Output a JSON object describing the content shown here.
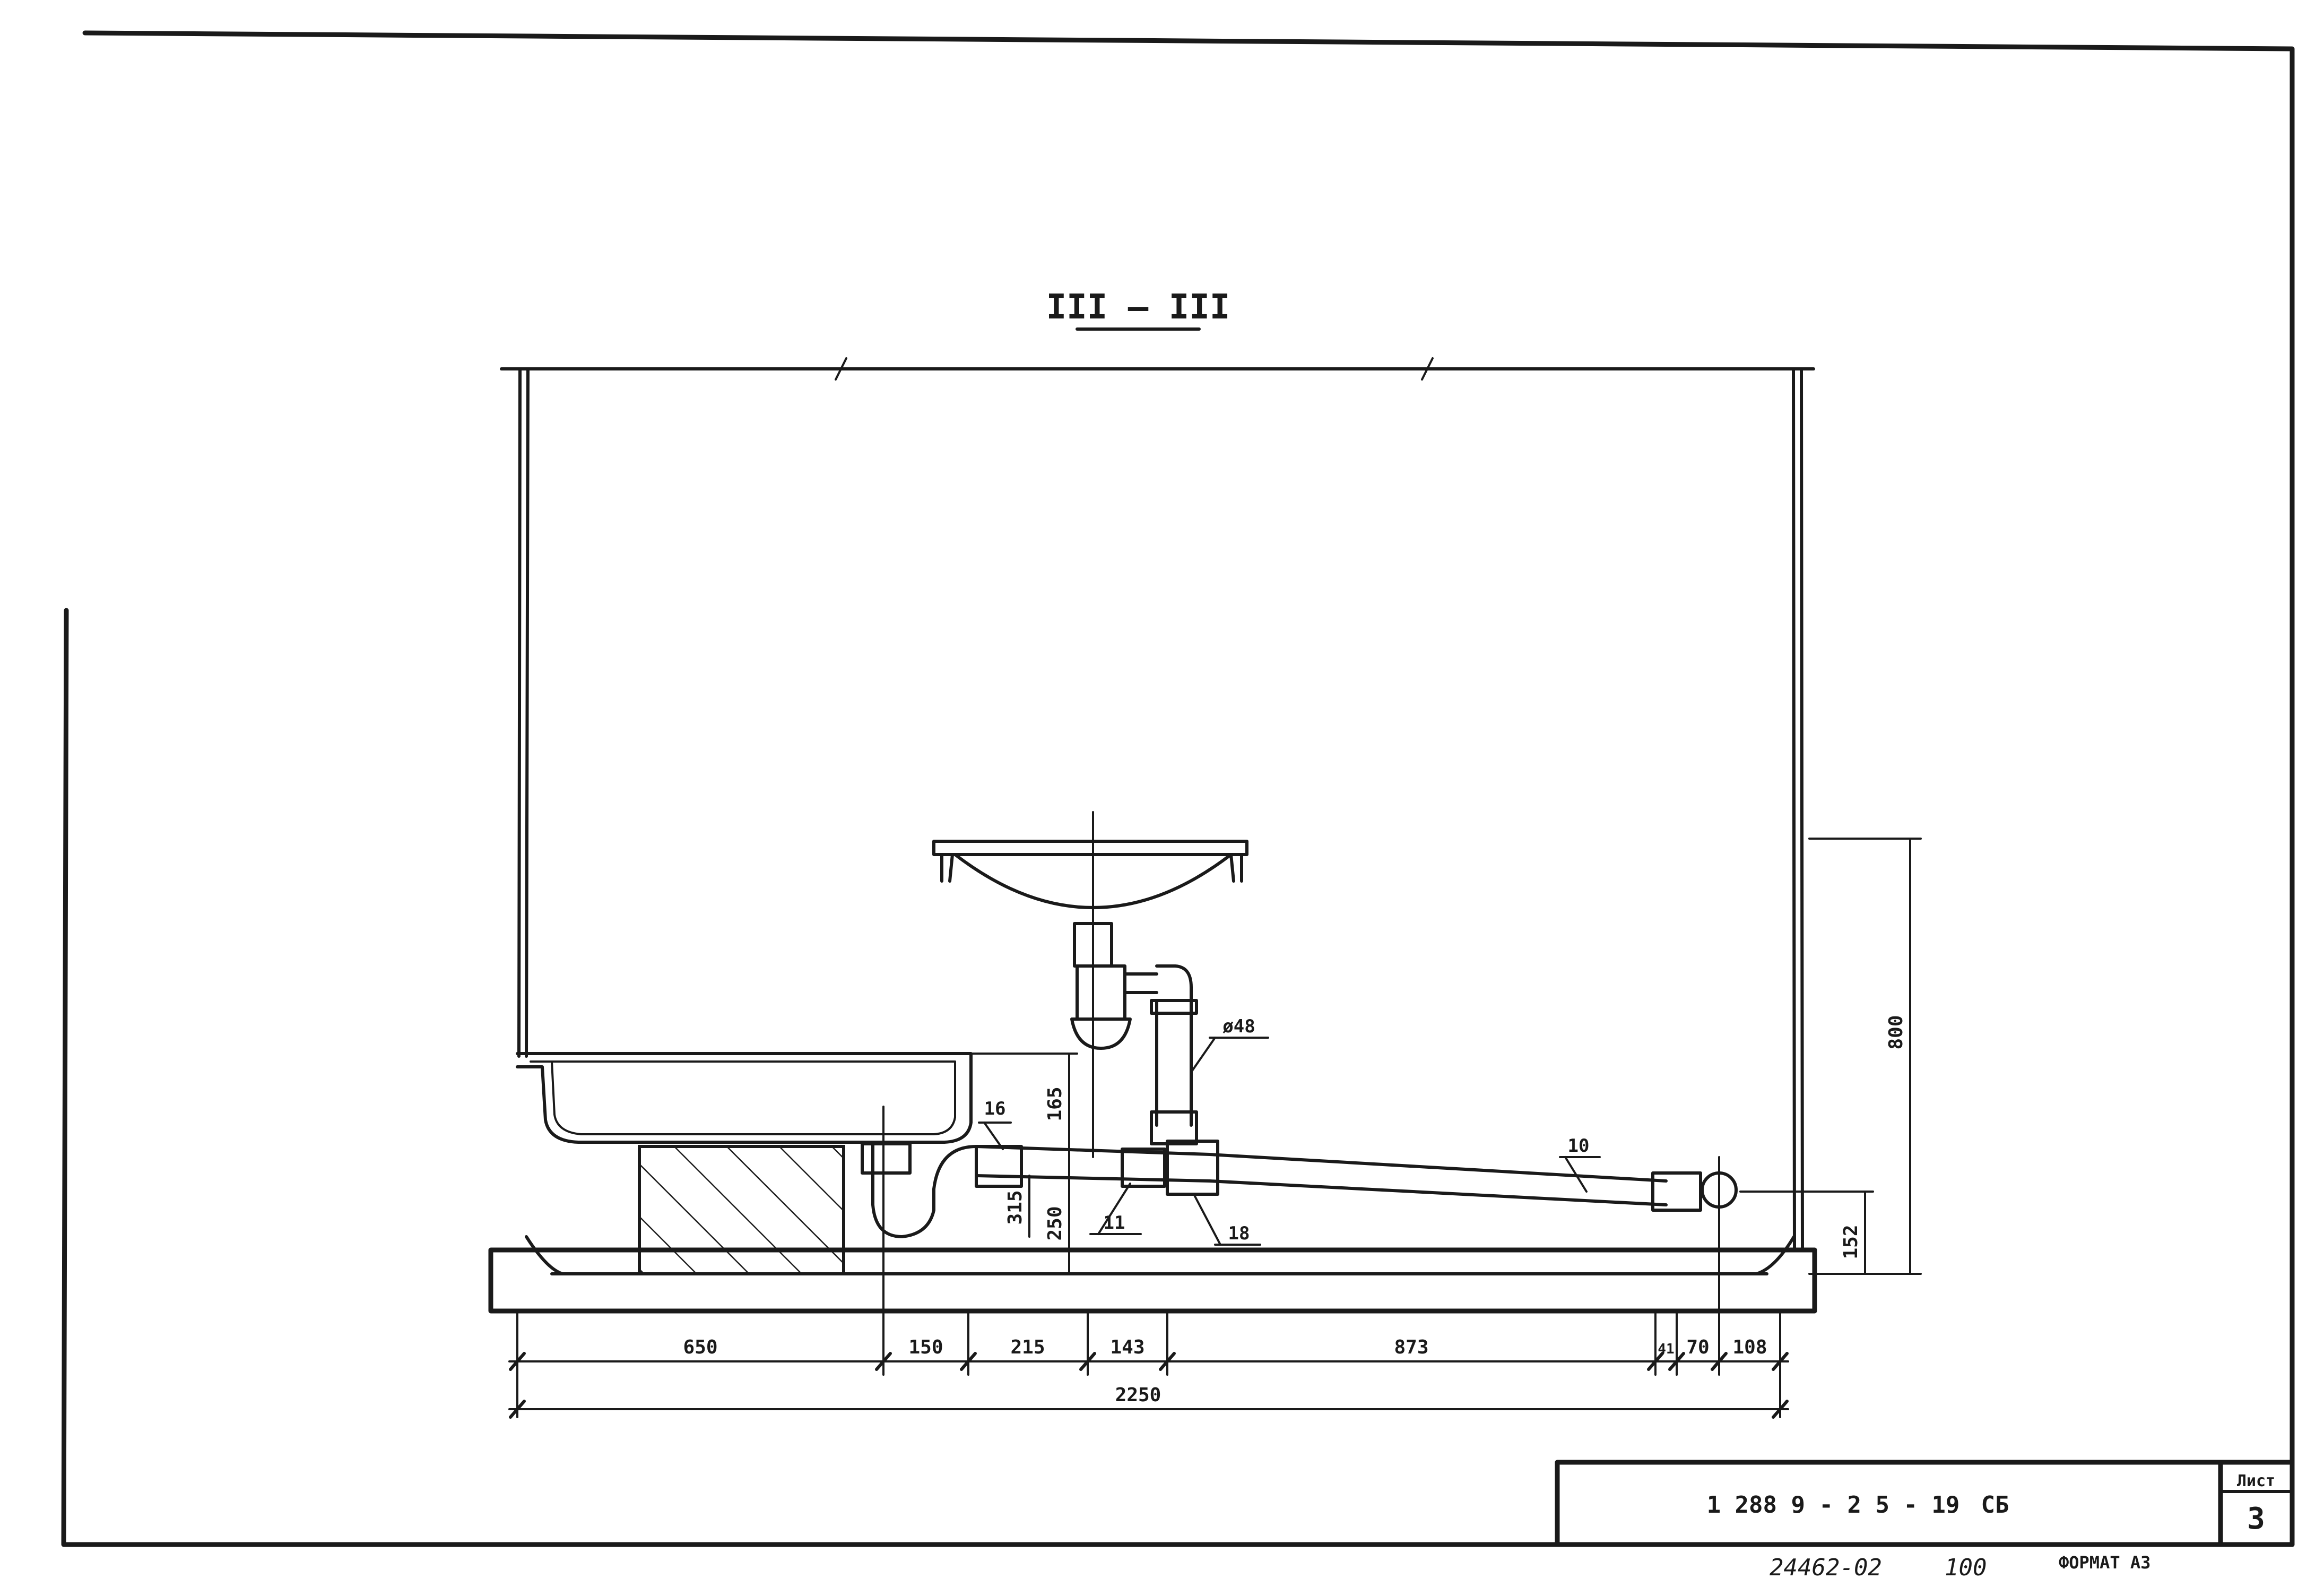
{
  "section_title": "III – III",
  "labels": {
    "diameter": "ø48",
    "item_16": "16",
    "item_11": "11",
    "item_18": "18",
    "item_10": "10"
  },
  "dimensions": {
    "horizontal": [
      "650",
      "150",
      "215",
      "143",
      "873",
      "41",
      "70",
      "108"
    ],
    "total": "2250",
    "d165": "165",
    "d315": "315",
    "d250": "250",
    "d800": "800",
    "d152": "152"
  },
  "title_block": {
    "document_code": "1 288 9 - 2 5 - 19",
    "document_suffix": "СБ",
    "sheet_label": "Лист",
    "sheet_number": "3",
    "inventory_number": "24462-02",
    "inventory_extra": "100",
    "format_label": "ФОРМАТ А3"
  }
}
